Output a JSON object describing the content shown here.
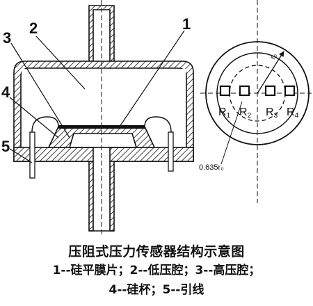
{
  "figure": {
    "callouts": [
      "1",
      "2",
      "3",
      "4",
      "5"
    ],
    "radius_label": "r₀",
    "offset_label": "0.635r₀",
    "resistors": [
      {
        "main": "R",
        "sub": "1"
      },
      {
        "main": "R",
        "sub": "2"
      },
      {
        "main": "R",
        "sub": "3"
      },
      {
        "main": "R",
        "sub": "4"
      }
    ]
  },
  "caption": {
    "title": "压阻式压力传感器结构示意图",
    "line1": "1--硅平膜片；2--低压腔；3--高压腔；",
    "line2": "4--硅杯；5--引线"
  }
}
